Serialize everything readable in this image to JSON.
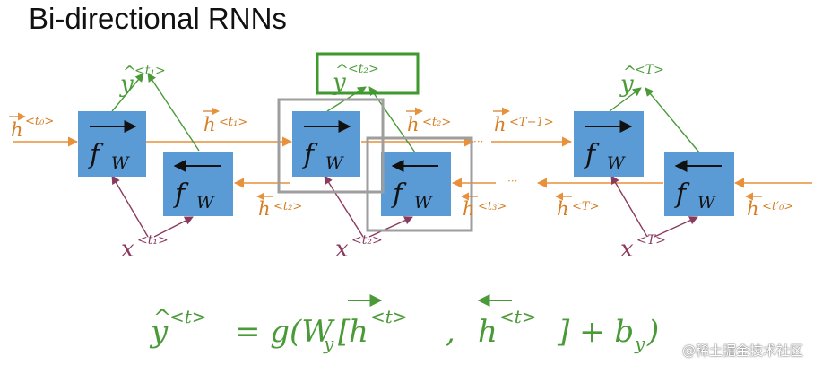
{
  "title": "Bi-directional RNNs",
  "watermark": "@稀土掘金技术社区",
  "colors": {
    "box": "#5b9bd5",
    "forward_arrow": "#e8903a",
    "output": "#4a9a38",
    "input": "#8b3a5f",
    "highlight": "#9e9e9e",
    "label_forward": "#d47f25",
    "label_output": "#4a9a38",
    "label_input": "#8b3a5f"
  },
  "labels": {
    "y": "y",
    "hat": "^",
    "x": "x",
    "h": "h",
    "f": "f",
    "W": "W",
    "t0": "<t₀>",
    "t1": "<t₁>",
    "t2": "<t₂>",
    "t3": "<t₃>",
    "T": "<T>",
    "Tm1": "<T−1>",
    "t0p": "<t′₀>",
    "dots": "···"
  },
  "formula": {
    "lhs_sup": "<t>",
    "eq": "= g(W",
    "sub_y": "y",
    "bracket_open": "[",
    "comma": ",",
    "close": "] + b",
    "paren": ")",
    "sup": "<t>"
  }
}
